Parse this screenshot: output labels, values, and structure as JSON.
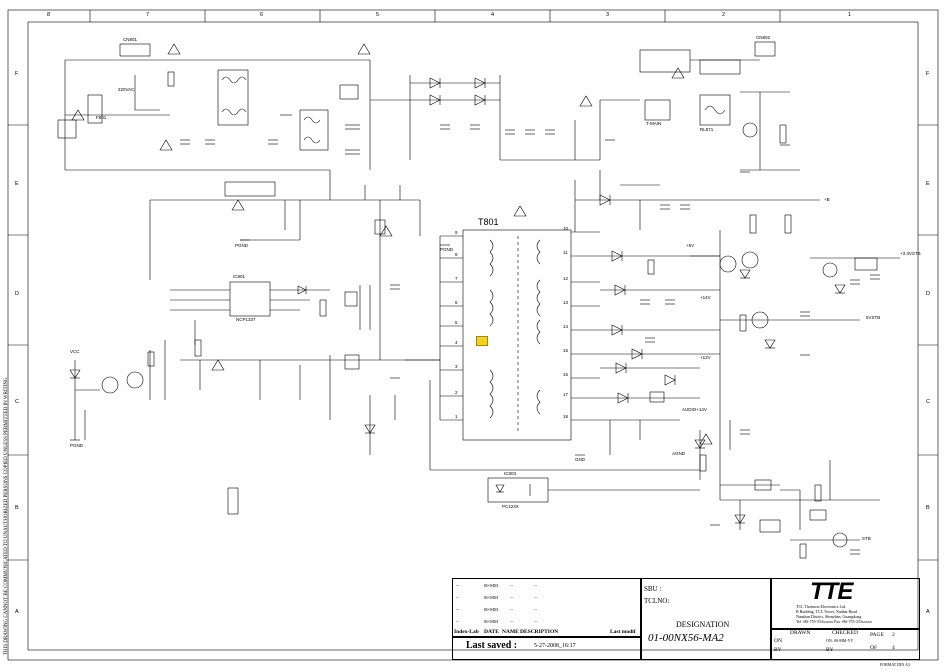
{
  "border": {
    "columns_top": [
      "8",
      "7",
      "6",
      "5",
      "4",
      "3",
      "2",
      "1"
    ],
    "rows_left": [
      "F",
      "E",
      "D",
      "C",
      "B",
      "A"
    ]
  },
  "side_text": "THIS DRAWING CANNOT BE COMMUNICATED TO UNAUTHORIZED PERSONS COPIED UNLESS PERMITTED IN WRITING",
  "labels": {
    "cn": "CN801",
    "f801": "F801",
    "t801": "T801",
    "ic801": "IC801",
    "ic803": "IC803",
    "pc": "PC123X",
    "vcc": "VCC",
    "pgnd": "PGND",
    "gnd": "GND",
    "cn802": "CN802",
    "rl": "RL871",
    "tr": "T-MAIN",
    "v14": "+14V",
    "v5": "+5V",
    "v33": "+3.3VSTB",
    "v5stb": "5VSTB",
    "v12": "+12V",
    "audio": "AUDIO+14V",
    "agnd": "AGND",
    "stb": "STB",
    "nc": "+B",
    "ac": "220VAC",
    "ncp": "NCP1337",
    "pin_numbers": [
      "9",
      "8",
      "7",
      "6",
      "5",
      "4",
      "3",
      "2",
      "1",
      "10",
      "11",
      "12",
      "13",
      "14",
      "15",
      "16",
      "17",
      "18"
    ]
  },
  "title_block": {
    "rows": [
      {
        "index": "--",
        "date": "00-MM",
        "name": "--",
        "desc": "--"
      },
      {
        "index": "--",
        "date": "00-MM",
        "name": "--",
        "desc": "--"
      },
      {
        "index": "--",
        "date": "00-MM",
        "name": "--",
        "desc": "--"
      },
      {
        "index": "--",
        "date": "00-MM",
        "name": "--",
        "desc": "--"
      }
    ],
    "header_index": "Index-Lab",
    "header_date": "DATE",
    "header_name": "NAME",
    "header_desc": "DESCRIPTION",
    "header_last": "Last modif",
    "last_saved_label": "Last saved :",
    "last_saved_value": "5-27-2008_16:17",
    "sbu_label": "SBU :",
    "tclno_label": "TCLNO:",
    "designation_label": "DESIGNATION",
    "designation_value": "01-00NX56-MA2",
    "logo": "TTE",
    "company_line1": "TCL Thomson Electronics Ltd.",
    "company_line2": "B Building, TCL Tower, Nanhai Road",
    "company_line3": "Nanshan District, Shenzhen, Guangdong",
    "company_line4": "Tel +86-755-333xxxxx   Fax +86-755-333xxxxx",
    "drawn_label": "DRAWN",
    "checked_label": "CHECKED",
    "checked_value": "ON: 00-MM-YY",
    "on_label": "ON",
    "by_label": "BY",
    "page_label": "PAGE",
    "page_value": "2",
    "of_label": "OF",
    "of_value": "4",
    "format": "FORMAT DIN A3"
  }
}
